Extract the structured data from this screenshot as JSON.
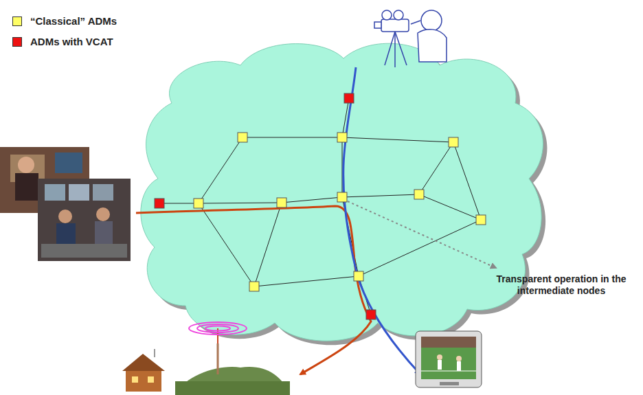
{
  "diagram": {
    "labels": [
      "Transparent operation in the intermediate nodes"
    ],
    "legend": [
      {
        "text": "“Classical” ADMs",
        "color": "#ffff66"
      },
      {
        "text": "ADMs with VCAT",
        "color": "#ee1111"
      }
    ]
  }
}
